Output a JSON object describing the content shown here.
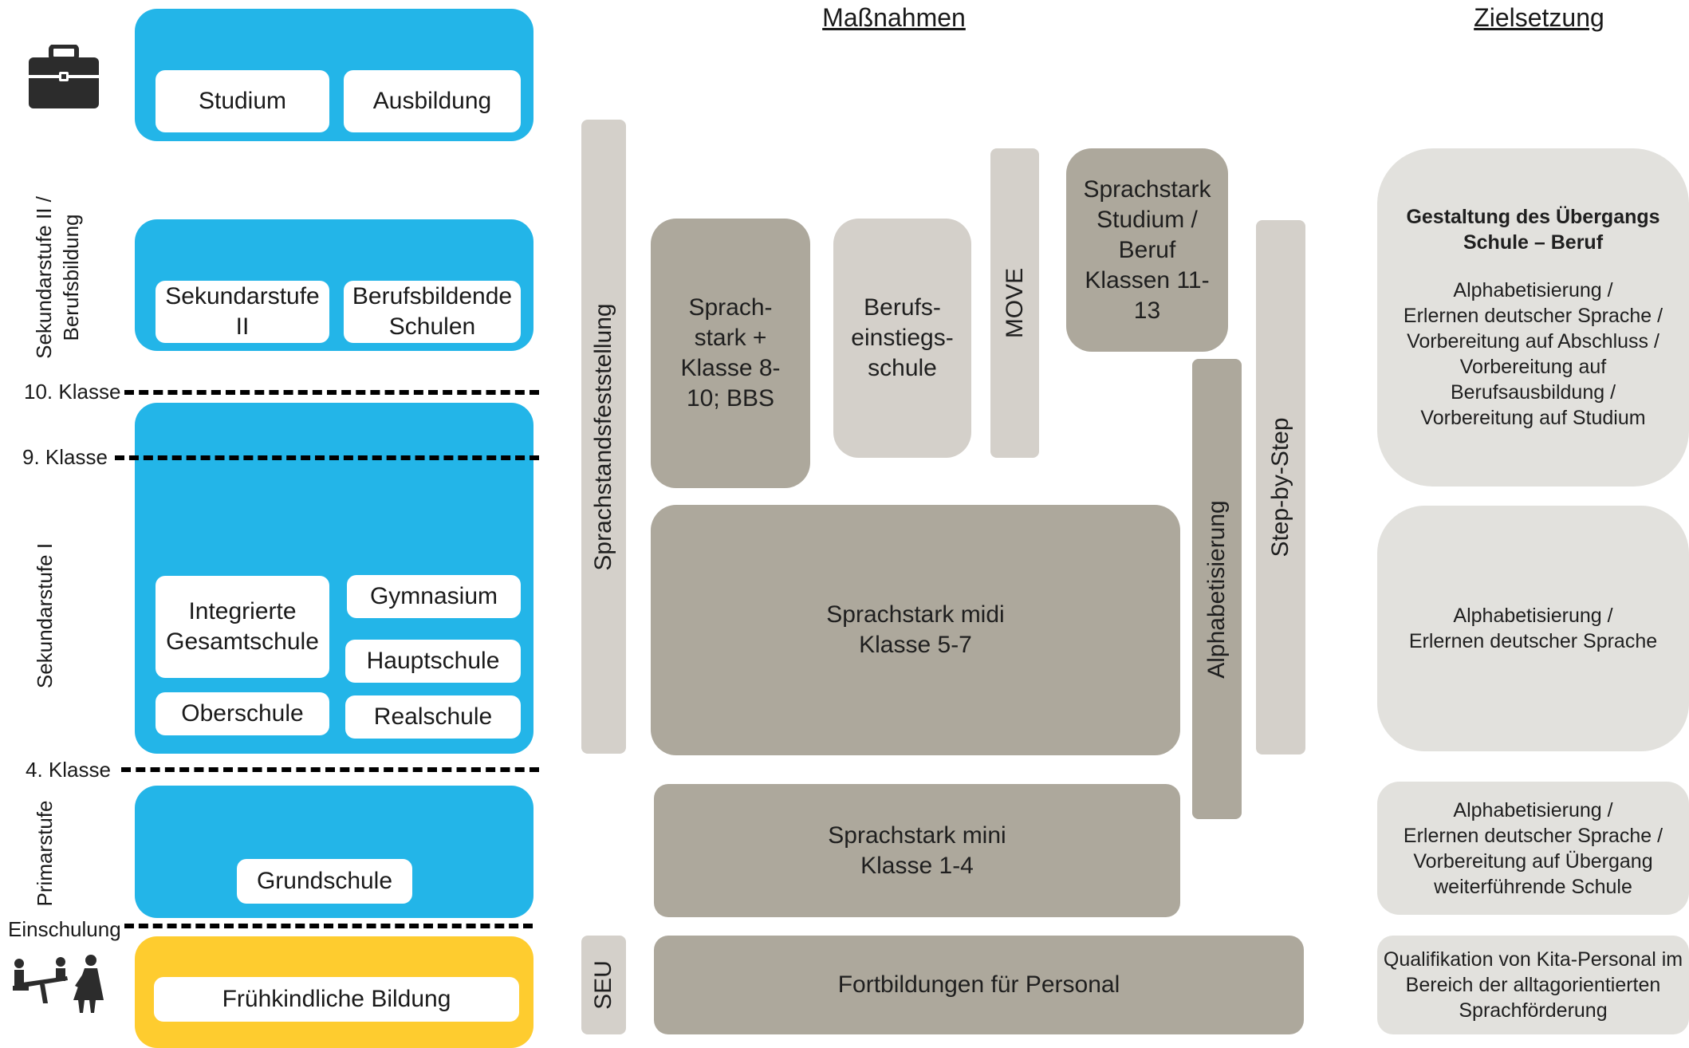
{
  "headers": {
    "measures": "Maßnahmen",
    "goals": "Zielsetzung"
  },
  "side_labels": {
    "sek2": "Sekundarstufe II /\nBerufsbildung",
    "sek1": "Sekundarstufe I",
    "primar": "Primarstufe"
  },
  "levels": {
    "k10": "10. Klasse",
    "k9": "9. Klasse",
    "k4": "4. Klasse",
    "einschulung": "Einschulung"
  },
  "school_boxes": {
    "studium": "Studium",
    "ausbildung": "Ausbildung",
    "sek2": "Sekundarstufe\nII",
    "bbs": "Berufsbildende\nSchulen",
    "igs": "Integrierte\nGesamtschule",
    "gymnasium": "Gymnasium",
    "hauptschule": "Hauptschule",
    "oberschule": "Oberschule",
    "realschule": "Realschule",
    "grundschule": "Grundschule",
    "fruehkindlich": "Frühkindliche Bildung"
  },
  "measures": {
    "sprachstandsfeststellung": "Sprachstandsfeststellung",
    "seu": "SEU",
    "sprachstark_plus": "Sprach-\nstark +\nKlasse 8-\n10; BBS",
    "berufseinstiegsschule": "Berufs-\neinstiegs-\nschule",
    "move": "MOVE",
    "sprachstark_studium": "Sprachstark\nStudium /\nBeruf\nKlassen 11-\n13",
    "step_by_step": "Step-by-Step",
    "alphabetisierung": "Alphabetisierung",
    "sprachstark_midi": "Sprachstark midi\nKlasse 5-7",
    "sprachstark_mini": "Sprachstark mini\nKlasse 1-4",
    "fortbildungen": "Fortbildungen für Personal"
  },
  "goals": {
    "g1_title": "Gestaltung des Übergangs\nSchule – Beruf",
    "g1_text": "Alphabetisierung /\nErlernen deutscher Sprache /\nVorbereitung auf Abschluss /\nVorbereitung auf\nBerufsausbildung  /\nVorbereitung auf Studium",
    "g2_text": "Alphabetisierung /\nErlernen deutscher Sprache",
    "g3_text": "Alphabetisierung /\nErlernen deutscher Sprache /\nVorbereitung auf Übergang\nweiterführende Schule",
    "g4_text": "Qualifikation von Kita-Personal im\nBereich der alltagorientierten\nSprachförderung"
  },
  "icons": {
    "top": "briefcase-icon",
    "bottom": "children-playing-icon"
  },
  "colors": {
    "school_blue": "#23b5e8",
    "early_yellow": "#fecc2f",
    "measure_dark": "#ada89c",
    "measure_light": "#d4d0ca",
    "goal_bg": "#e2e1dd"
  }
}
